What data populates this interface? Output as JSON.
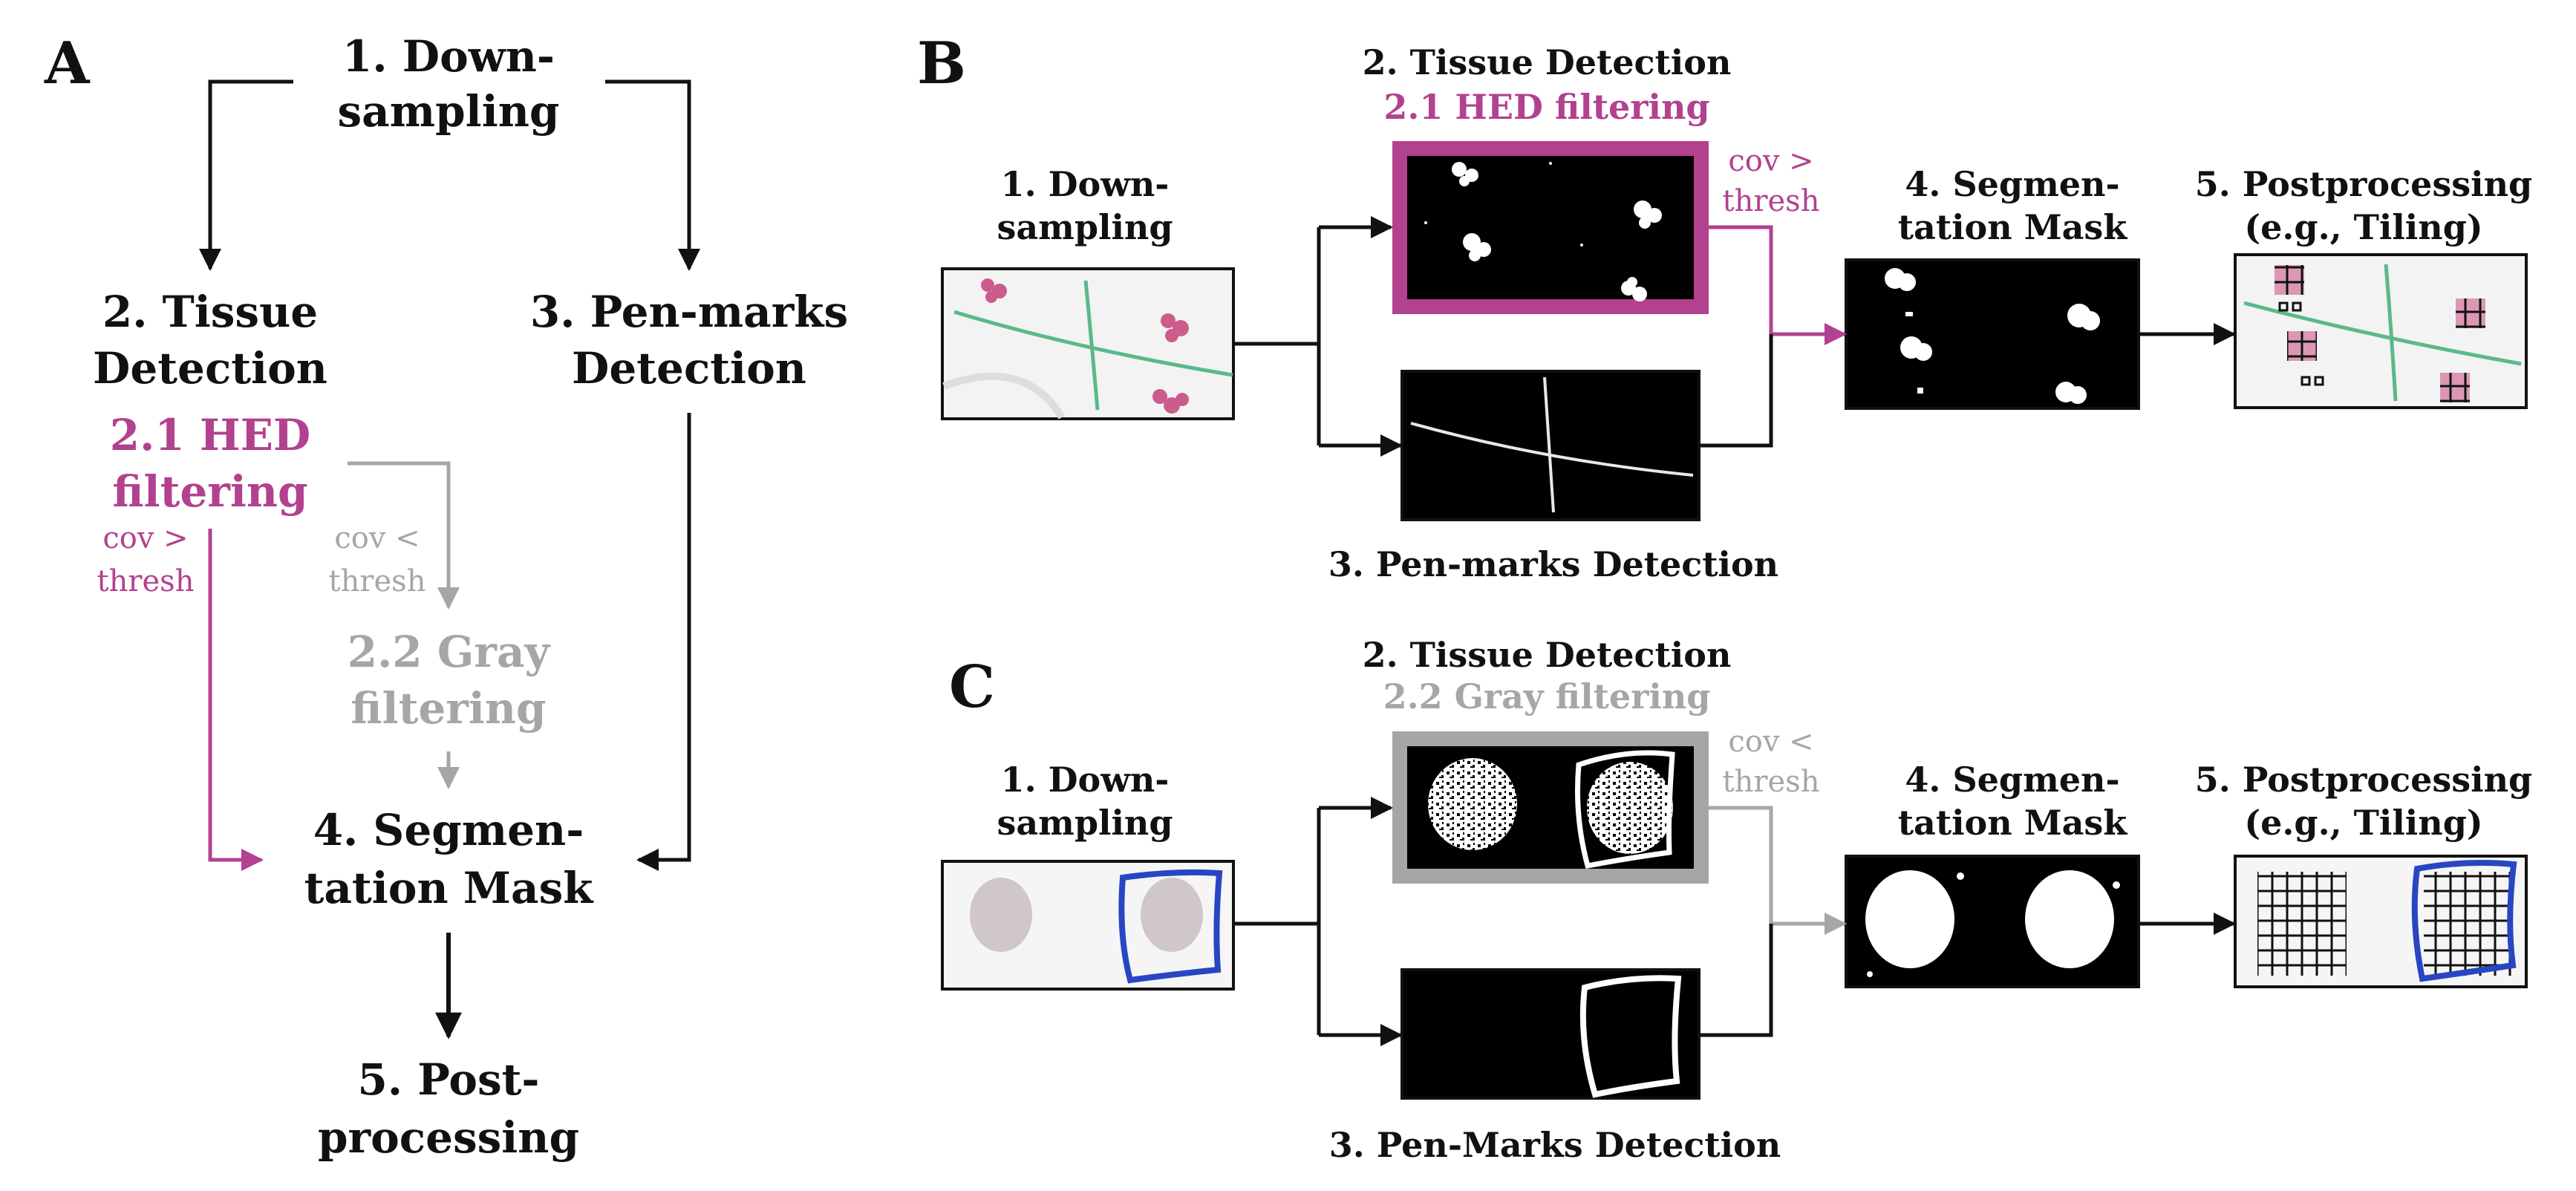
{
  "colors": {
    "black": "#111111",
    "magenta": "#b2418f",
    "gray": "#a6a6a6",
    "pen_blue": "#2846c4",
    "pen_green": "#5ab98a",
    "tissue_pink": "#cc5c8c",
    "tissue_gray": "#bfb3b5"
  },
  "panel_a": {
    "panel_label": "A",
    "downsampling": [
      "1. Down-",
      "sampling"
    ],
    "tissue_detection": [
      "2. Tissue",
      "Detection"
    ],
    "hed_filtering": [
      "2.1 HED",
      "filtering"
    ],
    "cov_gt": [
      "cov >",
      "thresh"
    ],
    "cov_lt": [
      "cov <",
      "thresh"
    ],
    "gray_filtering": [
      "2.2 Gray",
      "filtering"
    ],
    "pen_marks": [
      "3. Pen-marks",
      "Detection"
    ],
    "segmentation_mask": [
      "4. Segmen-",
      "tation Mask"
    ],
    "postprocessing": [
      "5. Post-",
      "processing"
    ]
  },
  "panel_b": {
    "panel_label": "B",
    "downsampling": [
      "1. Down-",
      "sampling"
    ],
    "tissue_detection": "2. Tissue Detection",
    "filter_label": "2.1 HED filtering",
    "cov_label": [
      "cov >",
      "thresh"
    ],
    "segmentation_mask": [
      "4. Segmen-",
      "tation Mask"
    ],
    "postprocessing": [
      "5. Postprocessing",
      "(e.g., Tiling)"
    ],
    "pen_marks": "3. Pen-marks Detection"
  },
  "panel_c": {
    "panel_label": "C",
    "downsampling": [
      "1. Down-",
      "sampling"
    ],
    "tissue_detection": "2. Tissue Detection",
    "filter_label": "2.2 Gray filtering",
    "cov_label": [
      "cov <",
      "thresh"
    ],
    "segmentation_mask": [
      "4. Segmen-",
      "tation Mask"
    ],
    "postprocessing": [
      "5. Postprocessing",
      "(e.g., Tiling)"
    ],
    "pen_marks": "3. Pen-Marks Detection"
  }
}
